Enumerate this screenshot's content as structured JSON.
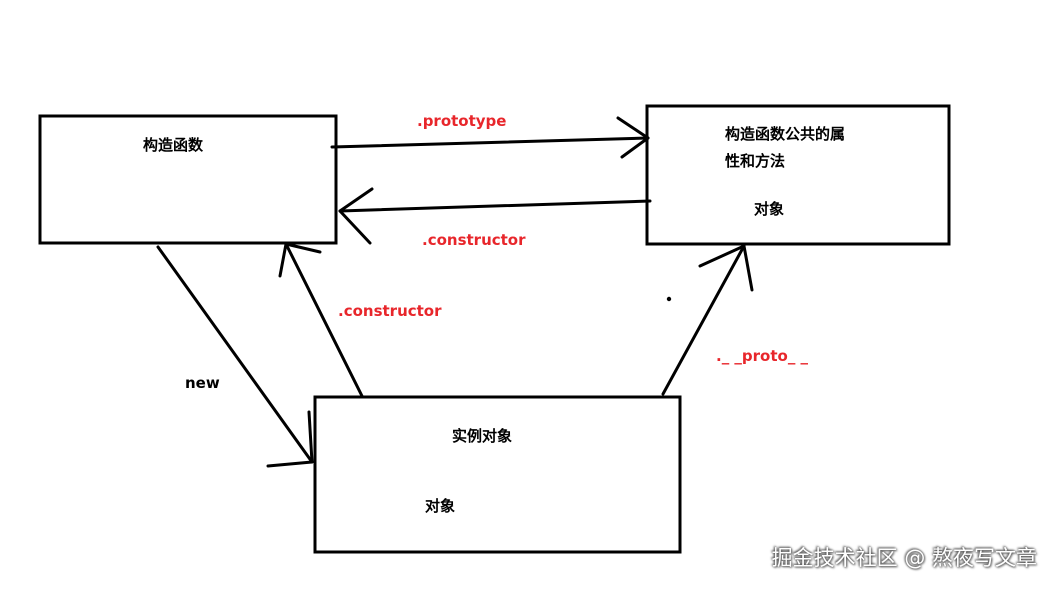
{
  "nodes": {
    "constructor_fn": {
      "title": "构造函数"
    },
    "prototype_obj": {
      "title_line1": "构造函数公共的属",
      "title_line2": "性和方法",
      "subtitle": "对象"
    },
    "instance_obj": {
      "title": "实例对象",
      "subtitle": "对象"
    }
  },
  "edges": {
    "prototype": {
      "label": ".prototype"
    },
    "constructor_top": {
      "label": ".constructor"
    },
    "constructor_left": {
      "label": ".constructor"
    },
    "proto": {
      "label": "._ _proto_ _"
    },
    "new": {
      "label": "new"
    }
  },
  "watermark": "掘金技术社区 @ 熬夜写文章",
  "colors": {
    "stroke": "#000000",
    "edge_label": "#e8262b",
    "background": "#ffffff"
  }
}
